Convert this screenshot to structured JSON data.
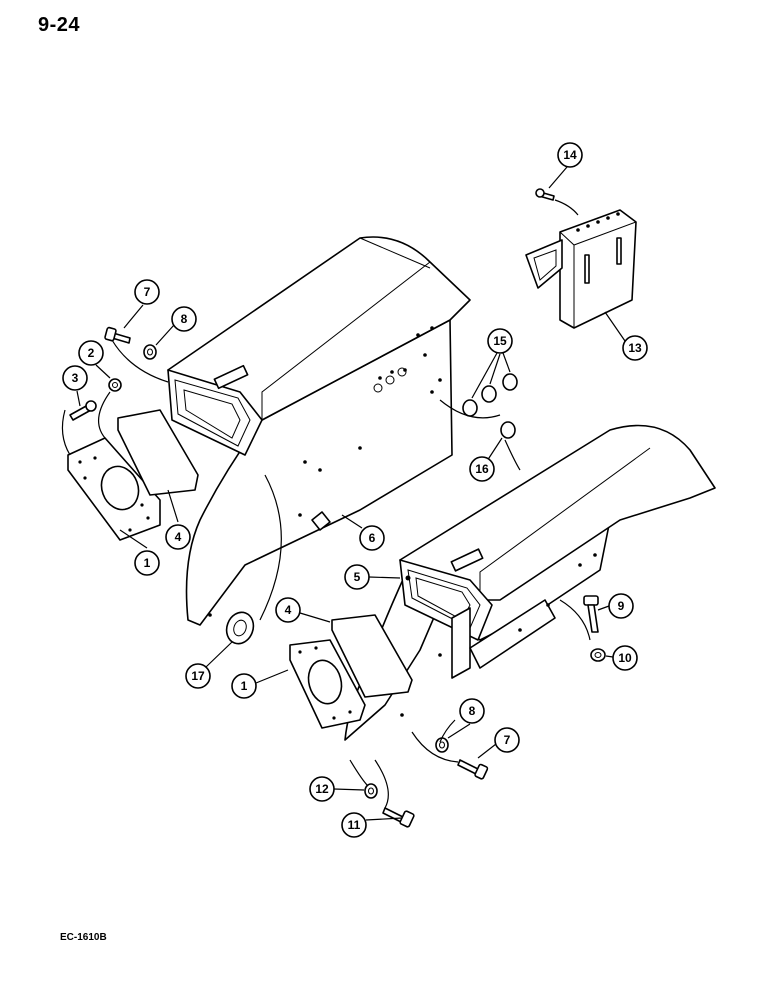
{
  "page": {
    "number": "9-24",
    "code": "EC-1610B"
  },
  "callouts": [
    {
      "id": "c1a",
      "label": "1"
    },
    {
      "id": "c1b",
      "label": "1"
    },
    {
      "id": "c2",
      "label": "2"
    },
    {
      "id": "c3",
      "label": "3"
    },
    {
      "id": "c4a",
      "label": "4"
    },
    {
      "id": "c4b",
      "label": "4"
    },
    {
      "id": "c5",
      "label": "5"
    },
    {
      "id": "c6",
      "label": "6"
    },
    {
      "id": "c7a",
      "label": "7"
    },
    {
      "id": "c7b",
      "label": "7"
    },
    {
      "id": "c8a",
      "label": "8"
    },
    {
      "id": "c8b",
      "label": "8"
    },
    {
      "id": "c9",
      "label": "9"
    },
    {
      "id": "c10",
      "label": "10"
    },
    {
      "id": "c11",
      "label": "11"
    },
    {
      "id": "c12",
      "label": "12"
    },
    {
      "id": "c13",
      "label": "13"
    },
    {
      "id": "c14",
      "label": "14"
    },
    {
      "id": "c15",
      "label": "15"
    },
    {
      "id": "c16",
      "label": "16"
    },
    {
      "id": "c17",
      "label": "17"
    }
  ]
}
